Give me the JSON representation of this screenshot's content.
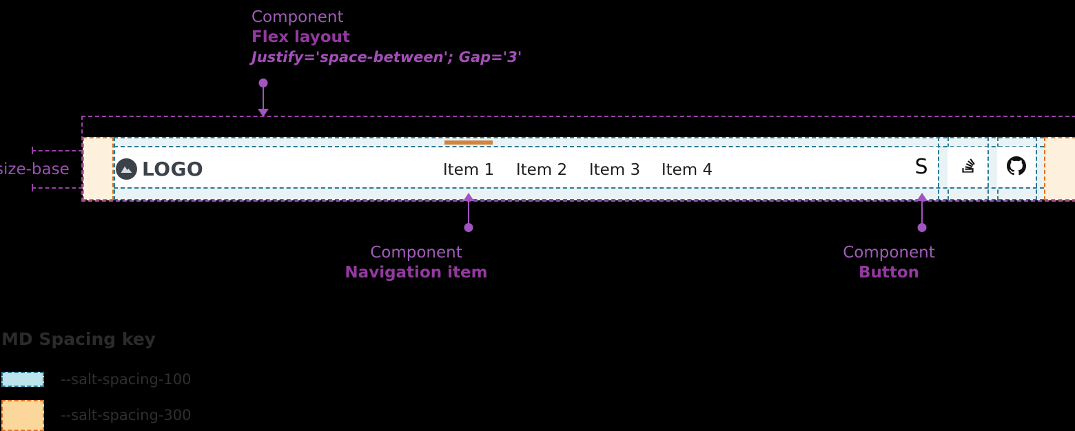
{
  "annotations": {
    "flex": {
      "kind": "Component",
      "name": "Flex layout",
      "props": "Justify='space-between'; Gap='3'"
    },
    "nav_item": {
      "kind": "Component",
      "name": "Navigation item"
    },
    "button": {
      "kind": "Component",
      "name": "Button"
    },
    "size_base": "size-base"
  },
  "navbar": {
    "logo": {
      "text": "LOGO",
      "icon": "mountain-logo-icon"
    },
    "items": [
      {
        "label": "Item 1",
        "active": true
      },
      {
        "label": "Item 2",
        "active": false
      },
      {
        "label": "Item 3",
        "active": false
      },
      {
        "label": "Item 4",
        "active": false
      }
    ],
    "actions": [
      {
        "icon": "salt-s-icon",
        "glyph": "S"
      },
      {
        "icon": "stack-overflow-icon"
      },
      {
        "icon": "github-icon"
      }
    ]
  },
  "legend": {
    "title": "MD Spacing key",
    "entries": [
      {
        "label": "--salt-spacing-100",
        "color": "#bde3ec",
        "border": "#2a7a94"
      },
      {
        "label": "--salt-spacing-300",
        "color": "#fcd79b",
        "border": "#e2701e"
      }
    ]
  },
  "colors": {
    "accent_purple": "#9b3fa8",
    "teal_dash": "#2a7a94",
    "orange_dash": "#e2701e",
    "spacing_100_fill": "#e9f3f6",
    "spacing_300_fill": "#fdf1dd",
    "active_indicator": "#d4833f",
    "logo_dark": "#3c4249"
  }
}
